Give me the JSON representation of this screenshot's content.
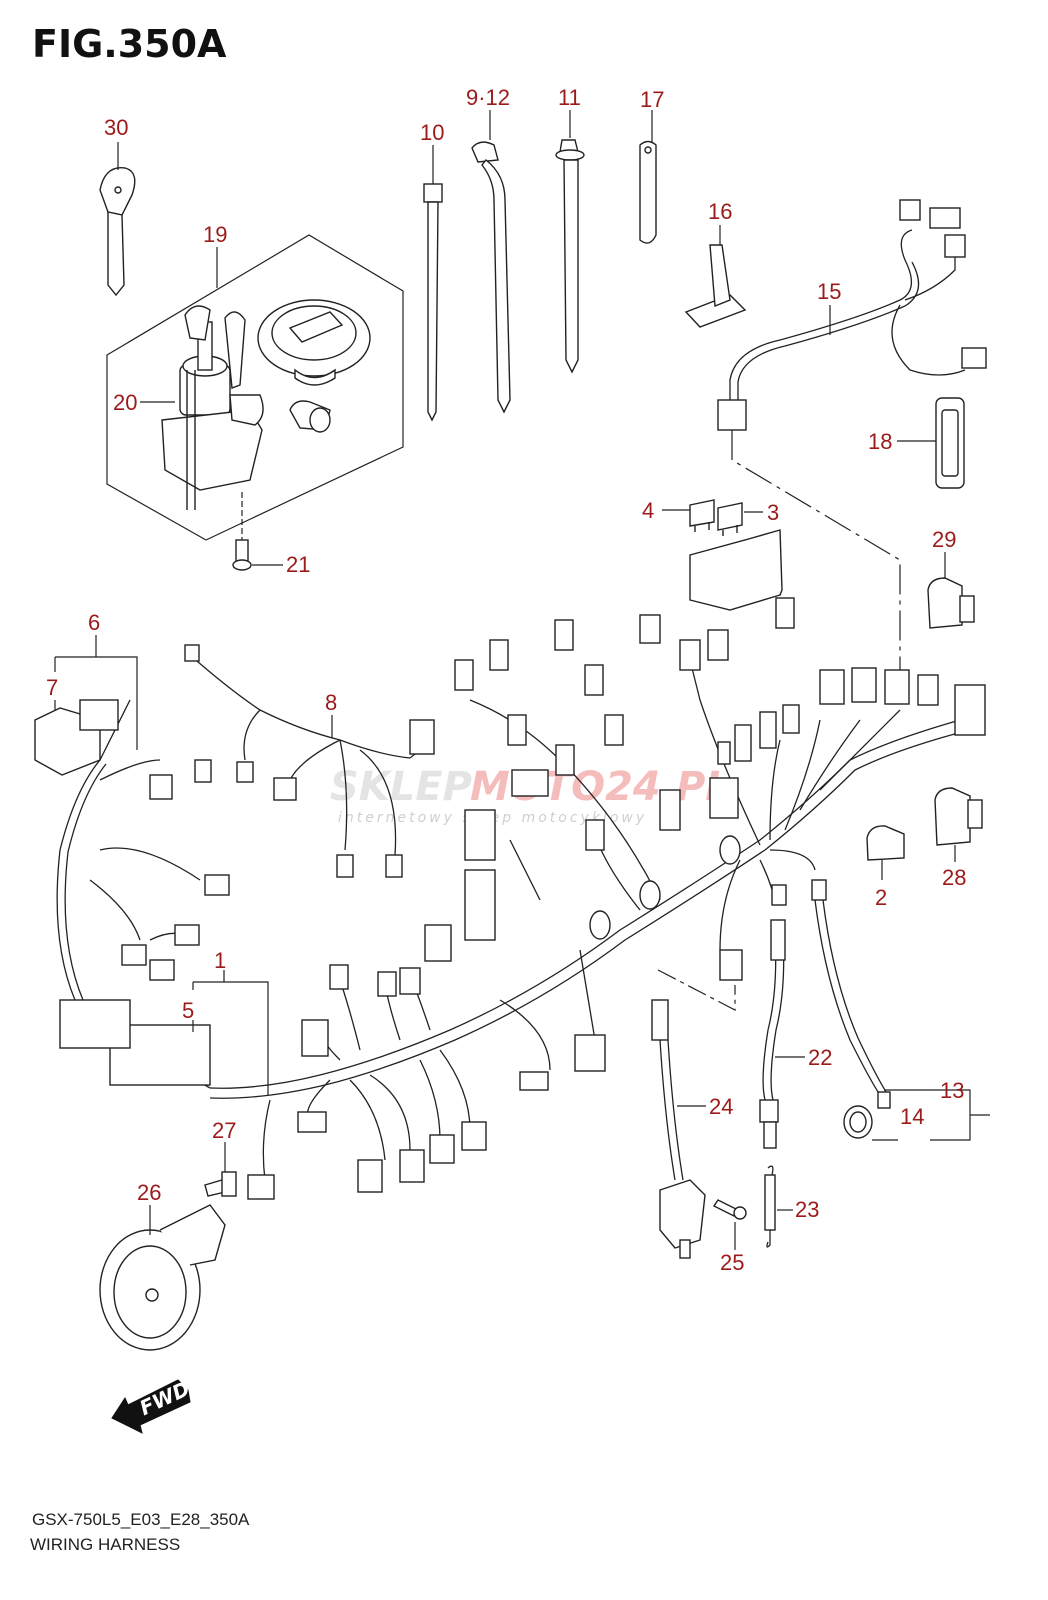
{
  "figure": {
    "title": "FIG.350A",
    "model_code": "GSX-750L5_E03_E28_350A",
    "section_name": "WIRING HARNESS"
  },
  "watermark": {
    "brand_gray": "SKLEP",
    "brand_red": "MOTO24.PL",
    "tagline": "internetowy sklep motocyklowy"
  },
  "direction_marker": "FWD",
  "colors": {
    "label": "#9b1b1b",
    "linework": "#222222",
    "watermark_red": "#f2a0a0"
  },
  "callouts": [
    {
      "id": "1",
      "text": "1"
    },
    {
      "id": "2",
      "text": "2"
    },
    {
      "id": "3",
      "text": "3"
    },
    {
      "id": "4",
      "text": "4"
    },
    {
      "id": "5",
      "text": "5"
    },
    {
      "id": "6",
      "text": "6"
    },
    {
      "id": "7",
      "text": "7"
    },
    {
      "id": "8",
      "text": "8"
    },
    {
      "id": "9-12",
      "text": "9·12"
    },
    {
      "id": "10",
      "text": "10"
    },
    {
      "id": "11",
      "text": "11"
    },
    {
      "id": "13",
      "text": "13"
    },
    {
      "id": "14",
      "text": "14"
    },
    {
      "id": "15",
      "text": "15"
    },
    {
      "id": "16",
      "text": "16"
    },
    {
      "id": "17",
      "text": "17"
    },
    {
      "id": "18",
      "text": "18"
    },
    {
      "id": "19",
      "text": "19"
    },
    {
      "id": "20",
      "text": "20"
    },
    {
      "id": "21",
      "text": "21"
    },
    {
      "id": "22",
      "text": "22"
    },
    {
      "id": "23",
      "text": "23"
    },
    {
      "id": "24",
      "text": "24"
    },
    {
      "id": "25",
      "text": "25"
    },
    {
      "id": "26",
      "text": "26"
    },
    {
      "id": "27",
      "text": "27"
    },
    {
      "id": "28",
      "text": "28"
    },
    {
      "id": "29",
      "text": "29"
    },
    {
      "id": "30",
      "text": "30"
    }
  ]
}
